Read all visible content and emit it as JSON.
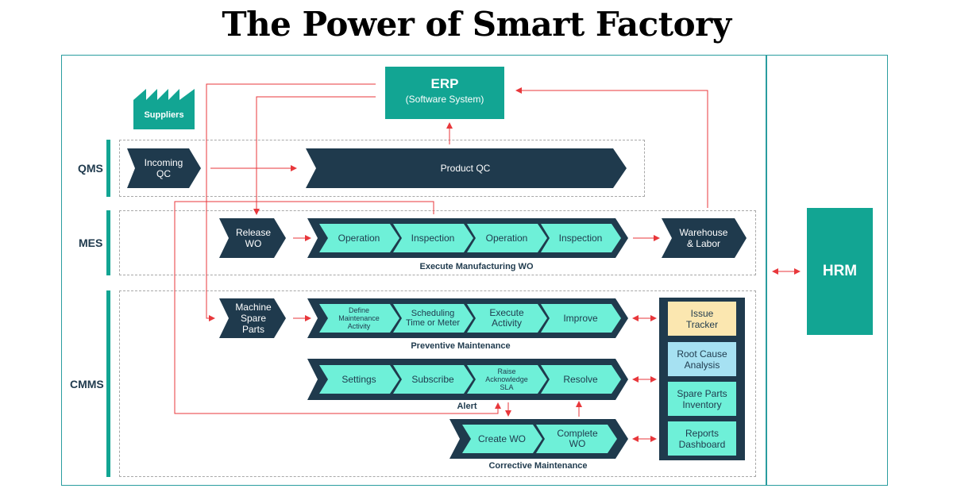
{
  "title": "The Power of Smart Factory",
  "erp": {
    "name": "ERP",
    "subtitle": "(Software System)"
  },
  "suppliers": "Suppliers",
  "hrm": "HRM",
  "lanes": {
    "qms": "QMS",
    "mes": "MES",
    "cmms": "CMMS"
  },
  "qms": {
    "incoming_qc": "Incoming\nQC",
    "product_qc": "Product QC"
  },
  "mes": {
    "release_wo": "Release\nWO",
    "steps": [
      "Operation",
      "Inspection",
      "Operation",
      "Inspection"
    ],
    "warehouse": "Warehouse\n& Labor",
    "caption": "Execute Manufacturing WO"
  },
  "cmms": {
    "spare_parts": "Machine\nSpare\nParts",
    "preventive": {
      "steps": [
        "Define\nMaintenance\nActivity",
        "Scheduling\nTime or Meter",
        "Execute\nActivity",
        "Improve"
      ],
      "caption": "Preventive Maintenance"
    },
    "alert": {
      "steps": [
        "Settings",
        "Subscribe",
        "Raise\nAcknowledge\nSLA",
        "Resolve"
      ],
      "caption": "Alert"
    },
    "corrective": {
      "steps": [
        "Create WO",
        "Complete\nWO"
      ],
      "caption": "Corrective Maintenance"
    },
    "side": [
      "Issue\nTracker",
      "Root Cause\nAnalysis",
      "Spare Parts\nInventory",
      "Reports\nDashboard"
    ]
  },
  "colors": {
    "teal": "#12a593",
    "navy": "#1f3a4d",
    "step": "#6ef0d8",
    "arrow": "#e8373b",
    "issue": "#fbe7b0",
    "rootcause": "#a6e1f2",
    "spareinv": "#6ef0d8",
    "reports": "#6ef0d8"
  }
}
